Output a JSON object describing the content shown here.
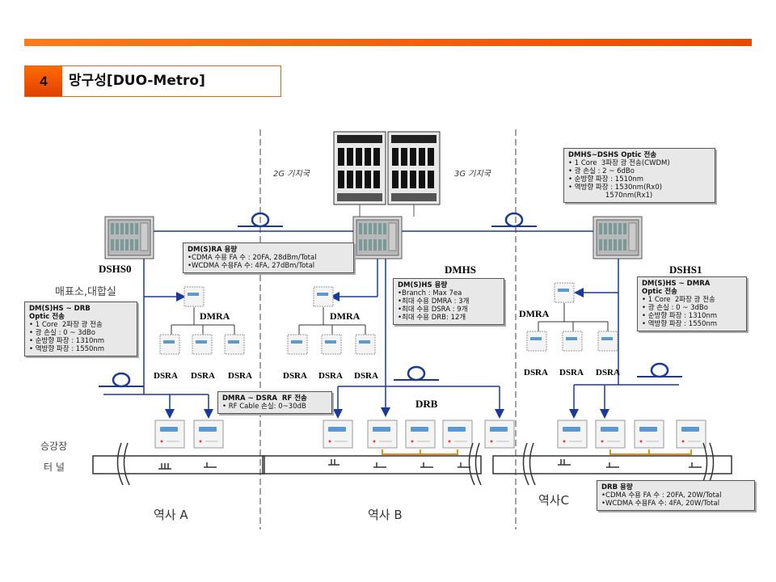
{
  "header": {
    "number": "4",
    "title": "망구성[DUO-Metro]"
  },
  "stations": {
    "bs2g": "2G 기지국",
    "bs3g": "3G 기지국"
  },
  "nodes": {
    "dshs0": "DSHS0",
    "dmhs": "DMHS",
    "dshs1": "DSHS1",
    "dmra": "DMRA",
    "dsra": "DSRA",
    "drb": "DRB"
  },
  "places": {
    "ticket": "매표소,대합실",
    "platform": "승강장",
    "tunnel": "터 널",
    "station_a": "역사 A",
    "station_b": "역사 B",
    "station_c": "역사C"
  },
  "notes": {
    "optic_cwdm": {
      "title": "DMHS~DSHS Optic 전송",
      "lines": [
        "• 1 Core  3파장 광 전송(CWDM)",
        "• 광 손실 : 2 ~ 6dBo",
        "• 순방향 파장 : 1510nm",
        "• 역방향 파장 : 1530nm(Rx0)",
        "                 1570nm(Rx1)"
      ]
    },
    "dmra_capacity": {
      "title": "DM(S)RA 용량",
      "lines": [
        "•CDMA 수용 FA 수 : 20FA, 28dBm/Total",
        "•WCDMA 수용FA 수: 4FA, 27dBm/Total"
      ]
    },
    "dmhs_capacity": {
      "title": "DM(S)HS 용량",
      "lines": [
        "•Branch : Max 7ea",
        "•최대 수용 DMRA : 3개",
        "•최대 수용 DSRA : 9개",
        "•최대 수용 DRB: 12개"
      ]
    },
    "hs_dmra_optic": {
      "title": "DM(S)HS ~ DMRA",
      "subtitle": "Optic 전송",
      "lines": [
        "• 1 Core  2파장 광 전송",
        "• 광 손실 : 0 ~ 3dBo",
        "• 순방향 파장 : 1310nm",
        "• 역방향 파장 : 1550nm"
      ]
    },
    "hs_drb_optic": {
      "title": "DM(S)HS ~ DRB",
      "subtitle": "Optic 전송",
      "lines": [
        "• 1 Core  2파장 광 전송",
        "• 광 손실 : 0 ~ 3dBo",
        "• 순방향 파장 : 1310nm",
        "• 역방향 파장 : 1550nm"
      ]
    },
    "rf_link": {
      "title": "DMRA ~ DSRA  RF 전송",
      "lines": [
        "• RF Cable 손실: 0~30dB"
      ]
    },
    "drb_capacity": {
      "title": "DRB 용량",
      "lines": [
        "•CDMA 수용 FA 수 : 20FA, 20W/Total",
        "•WCDMA 수용FA 수: 4FA, 20W/Total"
      ]
    }
  }
}
